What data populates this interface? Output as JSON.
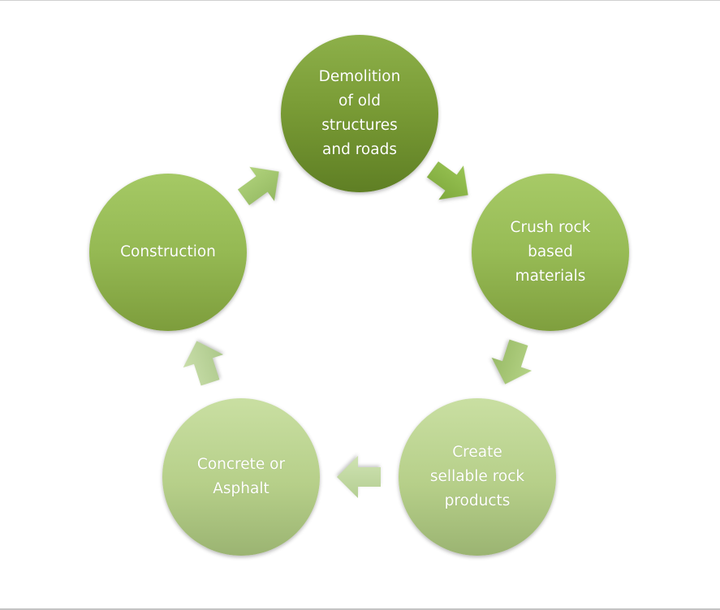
{
  "diagram": {
    "type": "cycle",
    "title": "",
    "nodes": [
      {
        "id": "demolition",
        "label": "Demolition\nof old\nstructures\nand roads",
        "color": "#7a9c36"
      },
      {
        "id": "crush",
        "label": "Crush rock\nbased\nmaterials",
        "color": "#97bb55"
      },
      {
        "id": "sellable",
        "label": "Create\nsellable rock\nproducts",
        "color": "#b6cf89"
      },
      {
        "id": "concrete",
        "label": "Concrete or\nAsphalt",
        "color": "#b6cf89"
      },
      {
        "id": "construction",
        "label": "Construction",
        "color": "#95b953"
      }
    ],
    "edges": [
      {
        "from": "demolition",
        "to": "crush",
        "icon": "arrow-right-down-icon",
        "color": "#8ab845"
      },
      {
        "from": "crush",
        "to": "sellable",
        "icon": "arrow-down-icon",
        "color": "#a9c97a"
      },
      {
        "from": "sellable",
        "to": "concrete",
        "icon": "arrow-left-icon",
        "color": "#c3d9a2"
      },
      {
        "from": "concrete",
        "to": "construction",
        "icon": "arrow-up-icon",
        "color": "#bcd59a"
      },
      {
        "from": "construction",
        "to": "demolition",
        "icon": "arrow-up-right-icon",
        "color": "#a6c872"
      }
    ]
  }
}
